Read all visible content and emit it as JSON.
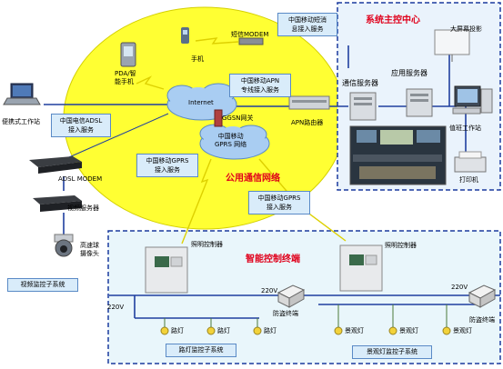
{
  "public_network": {
    "title": "公用通信网络",
    "internet": "Internet",
    "gprs_cloud": "中国移动\nGPRS 网络"
  },
  "control_center": {
    "title": "系统主控中心",
    "big_screen": "大屏幕投影",
    "comm_server": "通信服务器",
    "app_server": "应用服务器",
    "duty_station": "值班工作站",
    "printer": "打印机"
  },
  "terminal_area": {
    "title": "智能控制终端"
  },
  "devices": {
    "mobile_phone": "手机",
    "sms_modem": "短信MODEM",
    "pda": "PDA/智\n能手机",
    "apn_router": "APN路由器",
    "ggsn": "GGSN网关",
    "laptop": "便携式工作站",
    "adsl_modem": "ADSL MODEM",
    "video_server": "视频服务器",
    "dome_camera": "高速球\n摄像头",
    "lighting_controller_1": "照明控制器",
    "lighting_controller_2": "照明控制器",
    "anti_theft_1": "防盗终端",
    "anti_theft_2": "防盗终端",
    "voltage_left": "220V",
    "voltage_mid": "220V",
    "voltage_right": "220V",
    "street_lamps": [
      "路灯",
      "路灯",
      "路灯"
    ],
    "scenic_lamps": [
      "景观灯",
      "景观灯",
      "景观灯"
    ]
  },
  "service_labels": {
    "sms": "中国移动短消\n息接入服务",
    "apn": "中国移动APN\n专线接入服务",
    "adsl": "中国电信ADSL\n接入服务",
    "gprs_left": "中国移动GPRS\n接入服务",
    "gprs_right": "中国移动GPRS\n接入服务"
  },
  "subsystems": {
    "video": "视频监控子系统",
    "street": "路灯监控子系统",
    "scenic": "景观灯监控子系统"
  },
  "colors": {
    "ellipse_fill": "#ffff33",
    "zone_border": "#1a3a9e",
    "zone_fill": "#e9f3fc",
    "cloud_fill": "#a9cdf2",
    "title_red": "#e0001b",
    "label_box": "#d9ecfa",
    "line_blue": "#1f3f9f"
  }
}
